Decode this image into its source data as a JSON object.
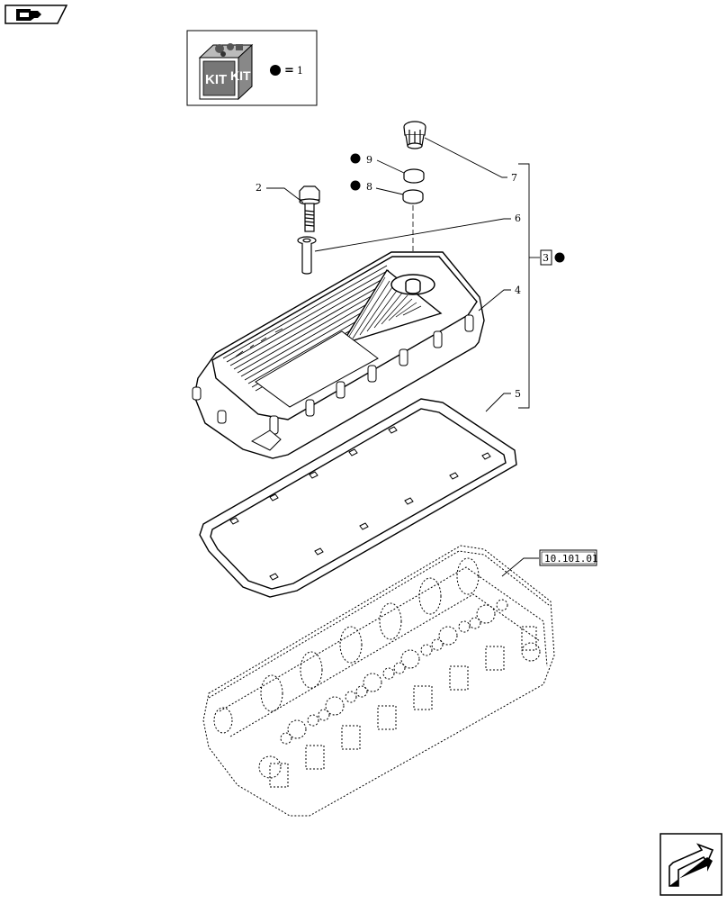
{
  "kit_box": {
    "kit_label_left": "KIT",
    "kit_label_right": "KIT",
    "equals_text": "=",
    "kit_ref": "1"
  },
  "callouts": {
    "p1": "2",
    "p2": "6",
    "p3": "9",
    "p4": "8",
    "p5": "7",
    "p6": "4",
    "p7": "5",
    "group": "3"
  },
  "reference_box": {
    "label": "10.101.01"
  },
  "icons": {
    "top_left": "prev-page-icon",
    "bottom_right": "next-page-icon"
  }
}
